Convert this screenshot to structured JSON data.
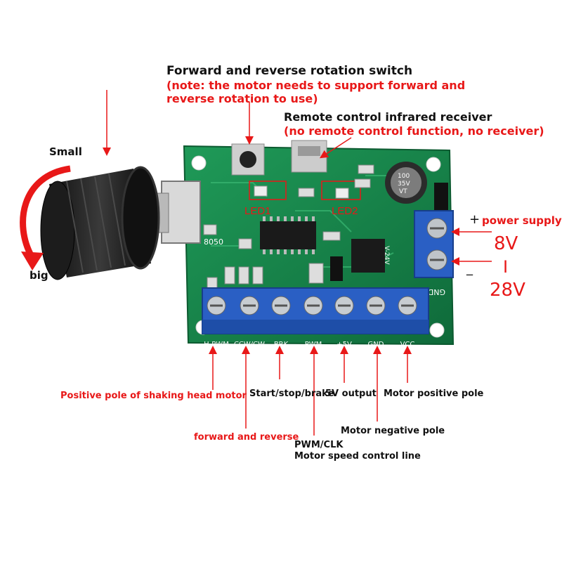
{
  "annotations": {
    "switch_title": "Forward and reverse rotation switch",
    "switch_note_1": "(note: the motor needs to support forward and",
    "switch_note_2": "reverse rotation to use)",
    "ir_title": "Remote control infrared receiver",
    "ir_note": "(no remote control function, no receiver)",
    "small": "Small",
    "big": "big",
    "power_plus": "+",
    "power_supply": "power supply",
    "v_min": "8V",
    "range_sep": "I",
    "power_minus": "_",
    "v_max": "28V",
    "shaking_head": "Positive pole of shaking head motor",
    "start_stop": "Start/stop/brake",
    "five_v": "5V output",
    "motor_positive": "Motor positive pole",
    "motor_negative": "Motor negative pole",
    "fwd_rev": "forward and reverse",
    "pwm_1": "PWM/CLK",
    "pwm_2": "Motor speed control line"
  },
  "board": {
    "silkscreen_led1": "LED1",
    "silkscreen_led2": "LED2",
    "silkscreen_8050": "8050",
    "silkscreen_gnd": "GND",
    "silkscreen_vin": "V-24V",
    "capacitor_1": "100",
    "capacitor_2": "35V",
    "capacitor_3": "VT",
    "terminal_labels": [
      "H-PWM",
      "CCW/CW",
      "BRK",
      "PWM",
      "+5V",
      "GND",
      "VCC"
    ]
  },
  "colors": {
    "pcb": "#17804a",
    "terminal": "#2a5fc4",
    "accent_red": "#e81818",
    "text_black": "#111111"
  }
}
